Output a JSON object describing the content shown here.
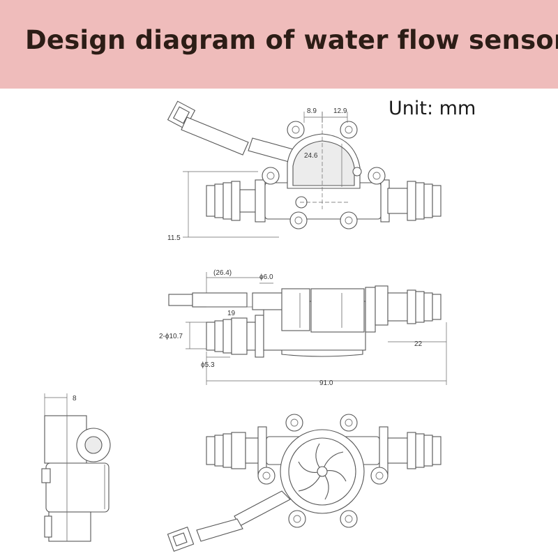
{
  "header": {
    "title": "Design diagram of water flow sensor",
    "unit_label": "Unit: mm"
  },
  "colors": {
    "banner": "#efbcbb",
    "title_text": "#2c1d16",
    "drawing_lines": "#555555"
  },
  "dimensions": {
    "top_view": {
      "d1": "8.9",
      "d2": "12.9",
      "d3": "24.6",
      "d4": "11.5"
    },
    "side_view": {
      "d1": "(26.4)",
      "d2": "ϕ6.0",
      "d3": "19",
      "d4": "2-ϕ10.7",
      "d5": "ϕ5.3",
      "d6": "22",
      "d7": "91.0"
    },
    "end_view": {
      "d1": "8"
    }
  }
}
